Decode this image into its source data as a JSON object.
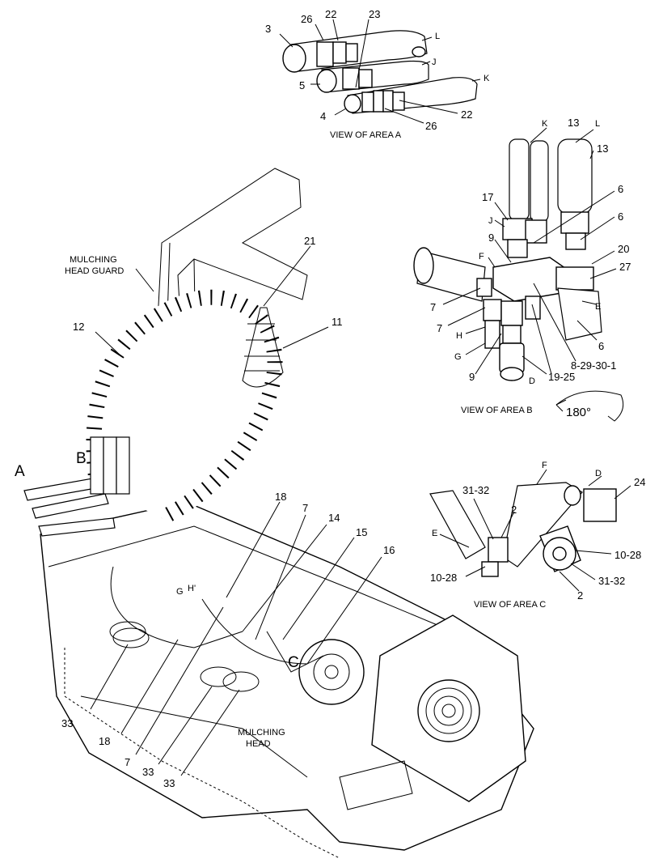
{
  "views": {
    "area_a": "VIEW OF AREA A",
    "area_b": "VIEW OF AREA B",
    "area_c": "VIEW OF AREA C"
  },
  "regions": {
    "mulching_head_guard": [
      "MULCHING",
      "HEAD GUARD"
    ],
    "mulching_head": [
      "MULCHING",
      "HEAD"
    ]
  },
  "area_letters": {
    "A": "A",
    "B": "B",
    "C": "C"
  },
  "rotation": "180°",
  "callouts": {
    "a_3": "3",
    "a_26": "26",
    "a_22": "22",
    "a_23": "23",
    "a_L": "L",
    "a_J": "J",
    "a_5": "5",
    "a_K": "K",
    "a_4": "4",
    "a_22b": "22",
    "a_26b": "26",
    "b_K": "K",
    "b_13": "13",
    "b_L": "L",
    "b_13b": "13",
    "b_6": "6",
    "b_17": "17",
    "b_J": "J",
    "b_6b": "6",
    "b_9": "9",
    "b_F": "F",
    "b_20": "20",
    "b_27": "27",
    "b_7": "7",
    "b_E": "E",
    "b_7b": "7",
    "b_H": "H",
    "b_6c": "6",
    "b_G": "G",
    "b_8": "8-29-30-1",
    "b_9b": "9",
    "b_D": "D",
    "b_19": "19-25",
    "c_F": "F",
    "c_D": "D",
    "c_24": "24",
    "c_31": "31-32",
    "c_2": "2",
    "c_E": "E",
    "c_10": "10-28",
    "c_10b": "10-28",
    "c_31b": "31-32",
    "c_2b": "2",
    "m_21": "21",
    "m_12": "12",
    "m_11": "11",
    "m_18": "18",
    "m_7": "7",
    "m_14": "14",
    "m_15": "15",
    "m_16": "16",
    "m_G": "G",
    "m_H": "H'",
    "m_33": "33",
    "m_18b": "18",
    "m_7b": "7",
    "m_33b": "33",
    "m_33c": "33"
  }
}
